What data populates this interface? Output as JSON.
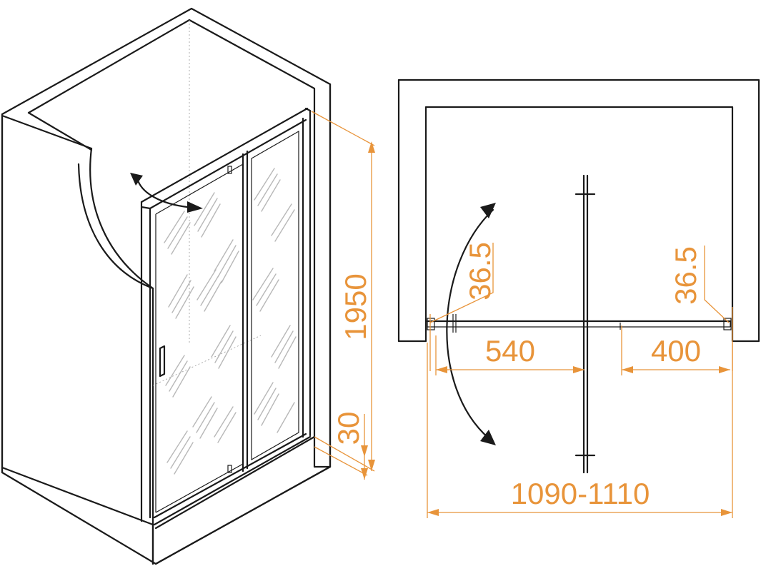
{
  "dimensions": {
    "height_total": "1950",
    "base_height": "30",
    "clearance_left": "36.5",
    "clearance_right": "36.5",
    "door_width": "540",
    "fixed_panel_width": "400",
    "overall_width": "1090-1110"
  },
  "colors": {
    "dimension_lines": "#e8943a",
    "outline": "#1a1a1a",
    "glass_pattern": "#b8b8b8"
  }
}
